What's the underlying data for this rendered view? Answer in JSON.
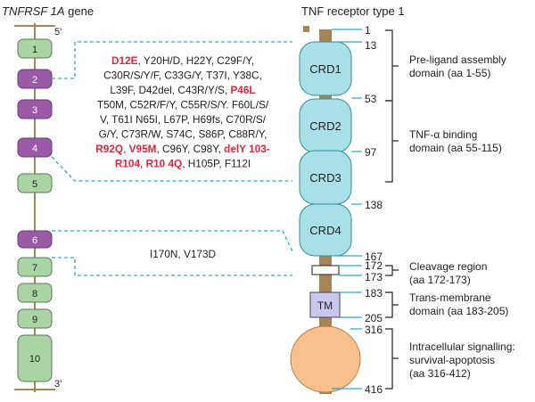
{
  "gene": {
    "title_italic": "TNFRSF 1A",
    "title_rest": " gene",
    "end5": "5’",
    "end3": "3’",
    "exons": [
      {
        "label": "1",
        "kind": "normal"
      },
      {
        "label": "2",
        "kind": "mutated"
      },
      {
        "label": "3",
        "kind": "mutated"
      },
      {
        "label": "4",
        "kind": "mutated"
      },
      {
        "label": "5",
        "kind": "normal"
      },
      {
        "label": "6",
        "kind": "mutated"
      },
      {
        "label": "7",
        "kind": "normal"
      },
      {
        "label": "8",
        "kind": "normal"
      },
      {
        "label": "9",
        "kind": "normal"
      },
      {
        "label": "10",
        "kind": "normal"
      }
    ]
  },
  "mutations": {
    "block1": [
      [
        {
          "t": "D12E",
          "hl": true
        },
        {
          "t": ", Y20H/D, H22Y, C29F/Y,"
        }
      ],
      [
        {
          "t": "C30R/S/Y/F, C33G/Y, T37I, Y38C,"
        }
      ],
      [
        {
          "t": "L39F, D42del, C43R/Y/S, "
        },
        {
          "t": "P46L",
          "hl": true
        }
      ],
      [
        {
          "t": "T50M, C52R/F/Y, C55R/S/Y. F60L/S/"
        }
      ],
      [
        {
          "t": "V, T61I N65I, L67P, H69fs, C70R/S/"
        }
      ],
      [
        {
          "t": "G/Y, C73R/W, S74C, S86P, C88R/Y,"
        }
      ],
      [
        {
          "t": "R92Q",
          "hl": true
        },
        {
          "t": ", "
        },
        {
          "t": "V95M",
          "hl": true
        },
        {
          "t": ", C96Y, C98Y, "
        },
        {
          "t": "delY 103-",
          "hl": true
        }
      ],
      [
        {
          "t": "R104",
          "hl": true
        },
        {
          "t": ", "
        },
        {
          "t": "R10 4Q",
          "hl": true
        },
        {
          "t": ", H105P, F112I"
        }
      ]
    ],
    "block2": "I170N, V173D"
  },
  "protein": {
    "title": "TNF receptor type 1",
    "crds": [
      "CRD1",
      "CRD2",
      "CRD3",
      "CRD4"
    ],
    "tm": "TM",
    "positions": [
      "1",
      "13",
      "53",
      "97",
      "138",
      "167",
      "172",
      "173",
      "183",
      "205",
      "316",
      "416"
    ]
  },
  "domains": [
    {
      "name": "pre-ligand",
      "line1": "Pre-ligand assembly",
      "line2": "domain (aa 1-55)"
    },
    {
      "name": "tnf-binding",
      "line1": "TNF-α binding",
      "line2": "domain (aa 55-115)"
    },
    {
      "name": "cleavage",
      "line1": "Cleavage region",
      "line2": "(aa 172-173)"
    },
    {
      "name": "transmembrane",
      "line1": "Trans-membrane",
      "line2": "domain (aa 183-205)"
    },
    {
      "name": "intracellular",
      "line1": "Intracellular signalling:",
      "line2": "survival-apoptosis",
      "line3": "(aa 316-412)"
    }
  ],
  "colors": {
    "exon_normal": "#a9d4a4",
    "exon_mutated": "#9a5aa6",
    "crd": "#a9dfe6",
    "tm": "#c7c8ec",
    "death": "#f8c08c",
    "stem": "#a58456",
    "connector": "#29aabe",
    "highlight": "#e0243e"
  }
}
